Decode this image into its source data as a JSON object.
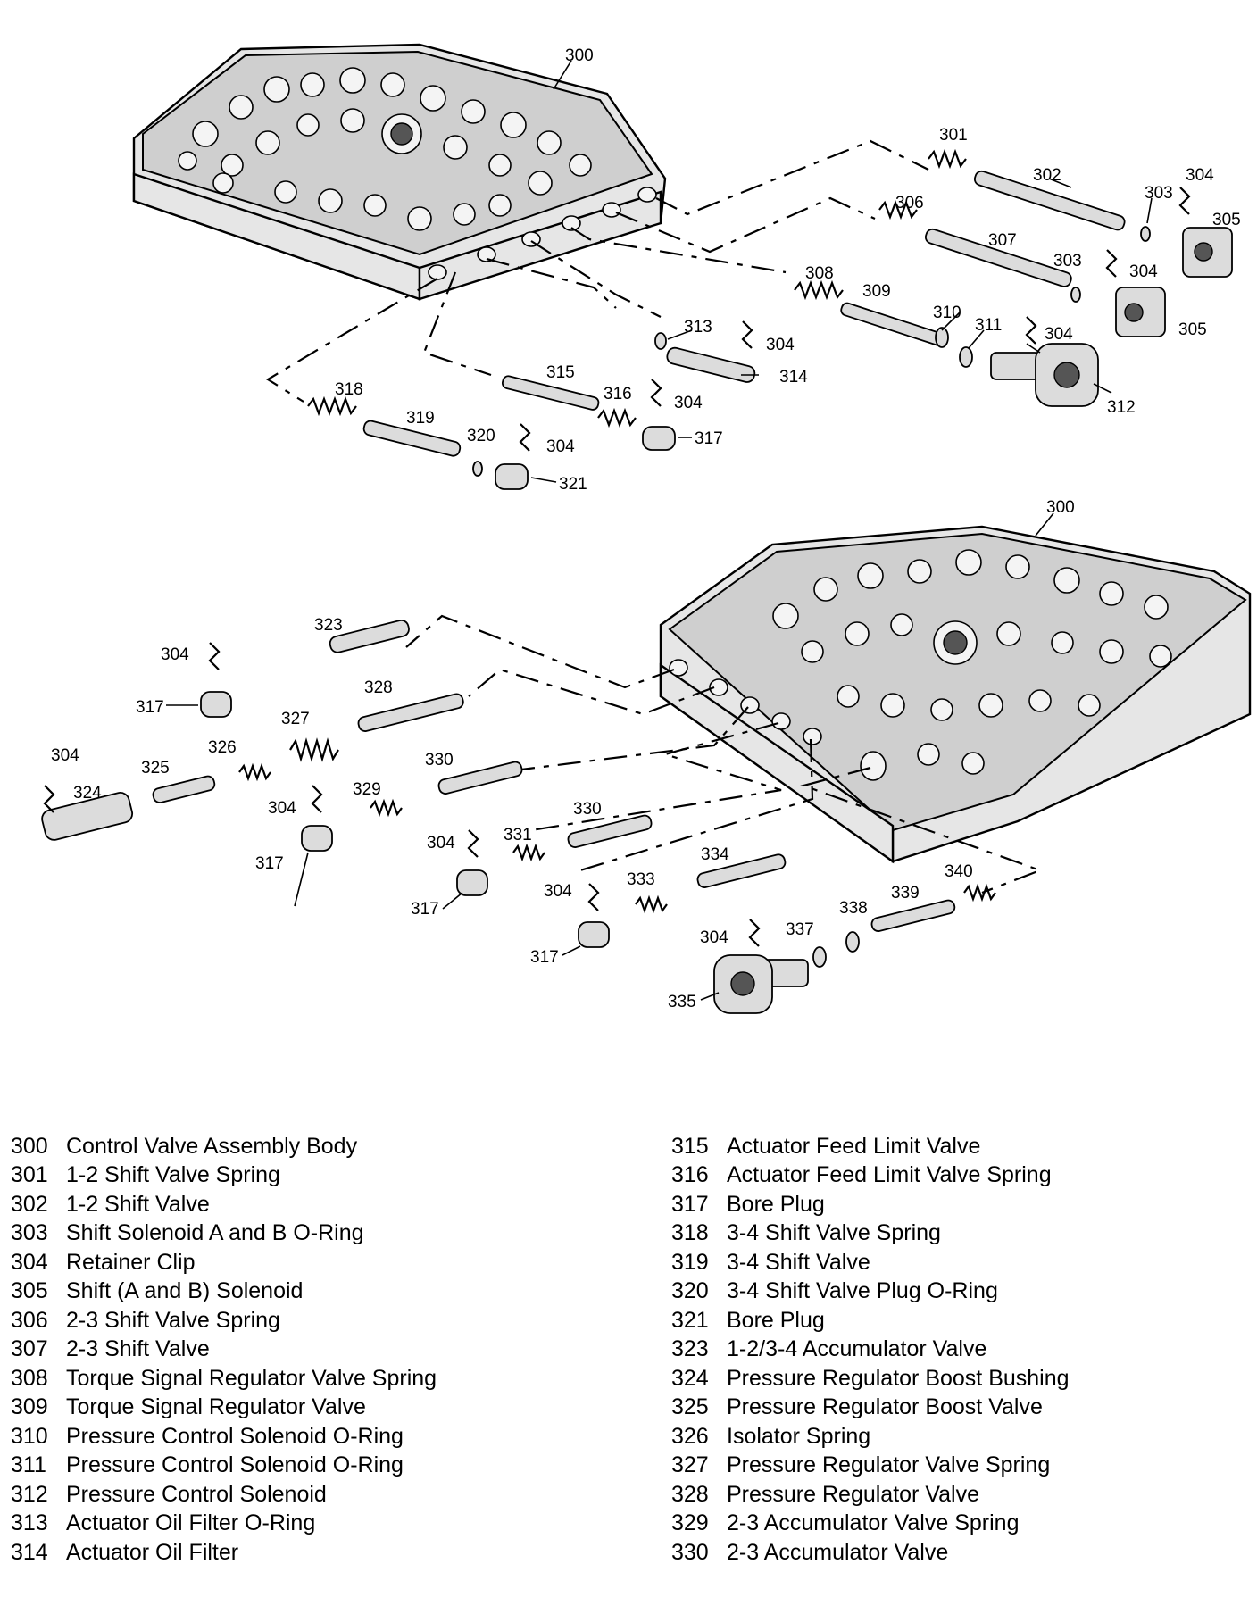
{
  "diagram_labels": {
    "l300a": "300",
    "l301": "301",
    "l302": "302",
    "l303a": "303",
    "l304a": "304",
    "l305a": "305",
    "l306": "306",
    "l307": "307",
    "l303b": "303",
    "l304b": "304",
    "l305b": "305",
    "l308": "308",
    "l309": "309",
    "l310": "310",
    "l311": "311",
    "l304c": "304",
    "l312": "312",
    "l313": "313",
    "l304d": "304",
    "l314": "314",
    "l315": "315",
    "l316": "316",
    "l304e": "304",
    "l317a": "317",
    "l318": "318",
    "l319": "319",
    "l320": "320",
    "l304f": "304",
    "l321": "321",
    "l300b": "300",
    "l323": "323",
    "l304g": "304",
    "l317b": "317",
    "l328": "328",
    "l327": "327",
    "l326": "326",
    "l325": "325",
    "l304h": "304",
    "l324": "324",
    "l330a": "330",
    "l329": "329",
    "l304i": "304",
    "l317c": "317",
    "l330b": "330",
    "l331": "331",
    "l304j": "304",
    "l317d": "317",
    "l334": "334",
    "l333": "333",
    "l304k": "304",
    "l317e": "317",
    "l340": "340",
    "l339": "339",
    "l338": "338",
    "l337": "337",
    "l304l": "304",
    "l335": "335"
  },
  "legend_left": [
    {
      "num": "300",
      "text": "Control Valve Assembly Body"
    },
    {
      "num": "301",
      "text": "1-2 Shift Valve Spring"
    },
    {
      "num": "302",
      "text": "1-2 Shift Valve"
    },
    {
      "num": "303",
      "text": "Shift Solenoid A and B O-Ring"
    },
    {
      "num": "304",
      "text": "Retainer Clip"
    },
    {
      "num": "305",
      "text": "Shift (A and B) Solenoid"
    },
    {
      "num": "306",
      "text": "2-3 Shift Valve Spring"
    },
    {
      "num": "307",
      "text": "2-3 Shift Valve"
    },
    {
      "num": "308",
      "text": "Torque Signal Regulator Valve Spring"
    },
    {
      "num": "309",
      "text": "Torque Signal Regulator Valve"
    },
    {
      "num": "310",
      "text": "Pressure Control Solenoid O-Ring"
    },
    {
      "num": "311",
      "text": "Pressure Control Solenoid O-Ring"
    },
    {
      "num": "312",
      "text": "Pressure Control Solenoid"
    },
    {
      "num": "313",
      "text": "Actuator Oil Filter O-Ring"
    },
    {
      "num": "314",
      "text": "Actuator Oil Filter"
    }
  ],
  "legend_right": [
    {
      "num": "315",
      "text": "Actuator Feed Limit Valve"
    },
    {
      "num": "316",
      "text": "Actuator Feed Limit Valve Spring"
    },
    {
      "num": "317",
      "text": "Bore Plug"
    },
    {
      "num": "318",
      "text": "3-4 Shift Valve Spring"
    },
    {
      "num": "319",
      "text": "3-4 Shift Valve"
    },
    {
      "num": "320",
      "text": "3-4 Shift Valve Plug O-Ring"
    },
    {
      "num": "321",
      "text": "Bore Plug"
    },
    {
      "num": "323",
      "text": "1-2/3-4 Accumulator Valve"
    },
    {
      "num": "324",
      "text": "Pressure Regulator Boost Bushing"
    },
    {
      "num": "325",
      "text": "Pressure Regulator Boost Valve"
    },
    {
      "num": "326",
      "text": "Isolator Spring"
    },
    {
      "num": "327",
      "text": "Pressure Regulator Valve Spring"
    },
    {
      "num": "328",
      "text": "Pressure Regulator Valve"
    },
    {
      "num": "329",
      "text": "2-3 Accumulator Valve Spring"
    },
    {
      "num": "330",
      "text": "2-3 Accumulator Valve"
    }
  ]
}
